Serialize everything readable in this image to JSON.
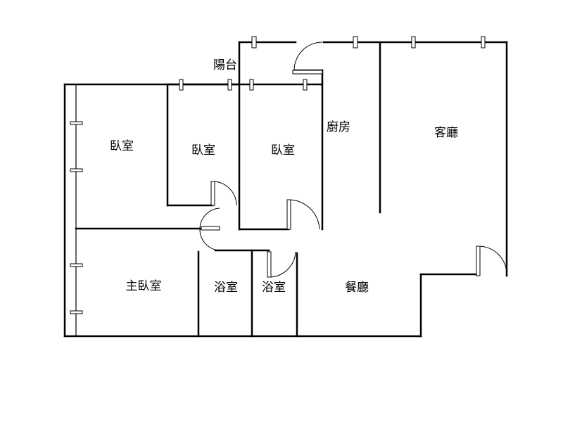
{
  "rooms": {
    "balcony": "陽台",
    "bedroom_1": "臥室",
    "bedroom_2": "臥室",
    "bedroom_3": "臥室",
    "kitchen": "廚房",
    "living_room": "客廳",
    "master_bedroom": "主臥室",
    "bathroom_1": "浴室",
    "bathroom_2": "浴室",
    "dining_room": "餐廳"
  }
}
